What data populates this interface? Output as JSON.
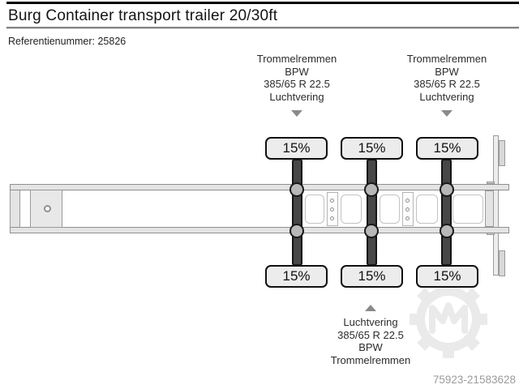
{
  "header": {
    "title": "Burg Container transport trailer 20/30ft",
    "reference": "Referentienummer: 25826"
  },
  "annotations": {
    "front_bogie_top": [
      "Trommelremmen",
      "BPW",
      "385/65 R 22.5",
      "Luchtvering"
    ],
    "rear_bogie_top": [
      "Trommelremmen",
      "BPW",
      "385/65 R 22.5",
      "Luchtvering"
    ],
    "middle_bogie_bottom": [
      "Luchtvering",
      "385/65 R 22.5",
      "BPW",
      "Trommelremmen"
    ]
  },
  "axle_loads": {
    "axle1_top": "15%",
    "axle2_top": "15%",
    "axle3_top": "15%",
    "axle1_bottom": "15%",
    "axle2_bottom": "15%",
    "axle3_bottom": "15%"
  },
  "footer": {
    "photo_id": "75923-21583628"
  },
  "colors": {
    "axle_bar": "#474747",
    "frame_fill": "#e4e4e4",
    "frame_border": "#8f8f8f",
    "load_box_fill": "#ececec",
    "load_box_border": "#111111",
    "arrow": "#8a8a8a",
    "watermark": "#eaeaea",
    "photo_id_text": "#9b9b9b"
  }
}
